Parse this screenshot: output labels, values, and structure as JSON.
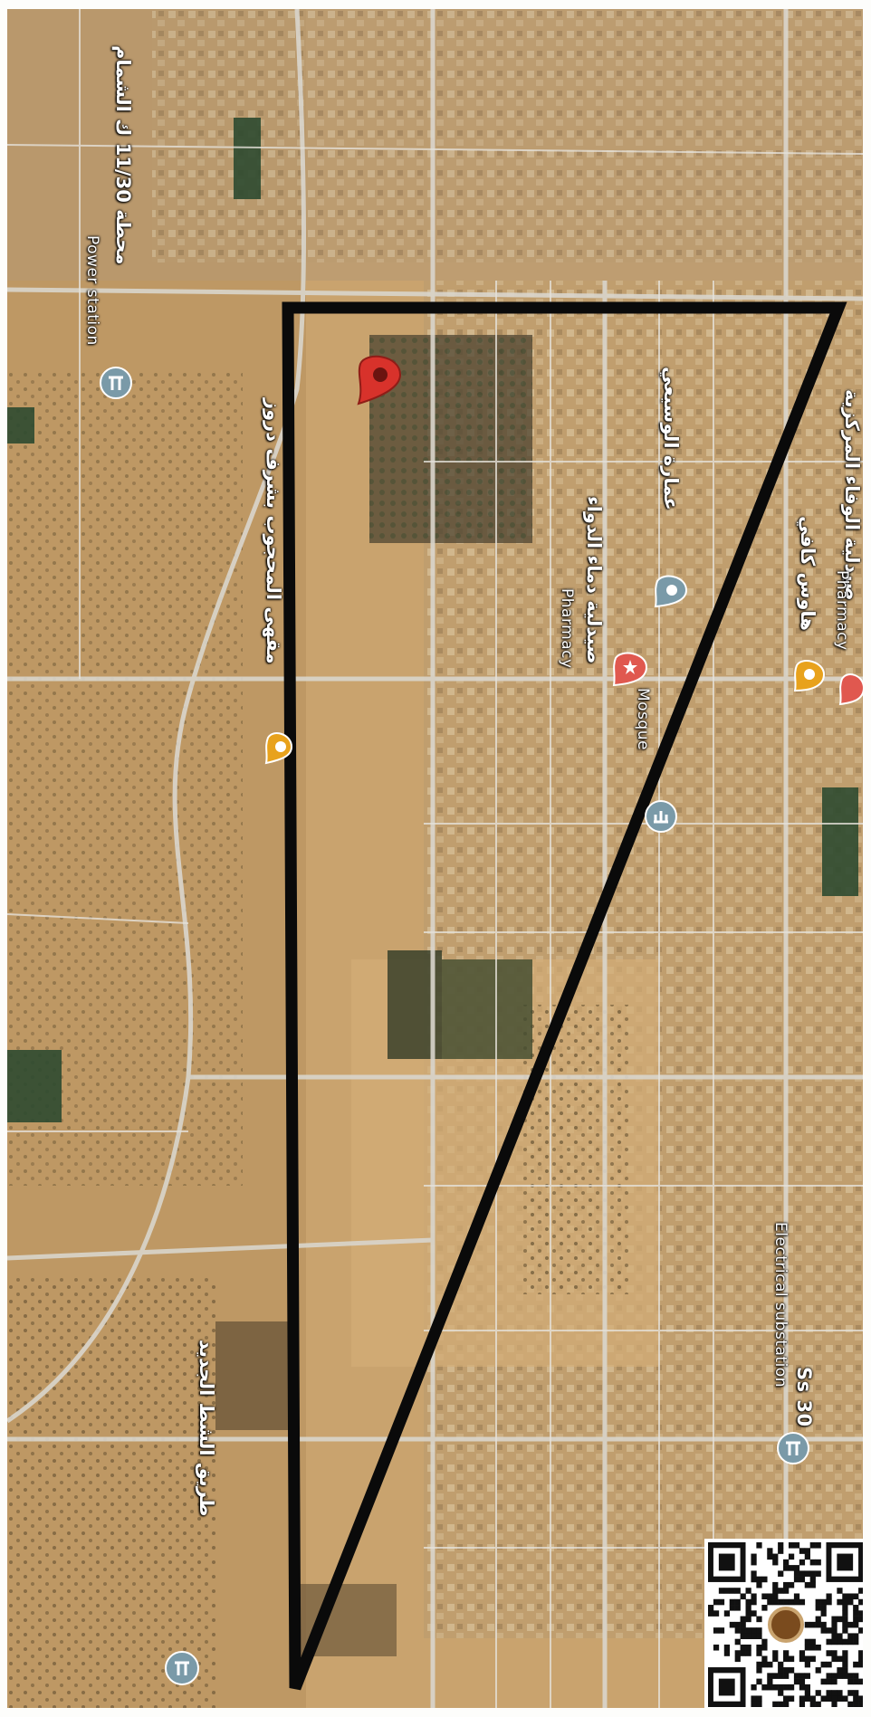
{
  "map": {
    "type": "satellite",
    "rotation": "rotated 90° clockwise",
    "labels": {
      "power_station_ar": "محطة 11/30 ك الشمام",
      "power_station_en": "Power station",
      "cafe_left_ar": "مقهى المحجوب بشرف دروز",
      "masjid_ar": "عمارة الوسيعي",
      "pharmacy_center_ar": "صيدلية دماء الدواء",
      "pharmacy_center_en": "Pharmacy",
      "mosque_en": "Mosque",
      "cafe_right_ar": "هاوس كافي",
      "pharmacy_top_ar": "صيدلية الوفاء المركزية",
      "pharmacy_top_en": "Pharmacy",
      "substation_code": "Ss 30",
      "substation_en": "Electrical substation",
      "bottom_left_ar": "طريق الشط الجديد"
    },
    "colors": {
      "terrain": "#c9a36e",
      "boundary": "#0a0a0a",
      "selected_pin": "#d8322b",
      "poi_grey": "#7a9aa8",
      "poi_pharmacy": "#e0584f",
      "poi_food": "#e8a21c"
    },
    "icons": [
      "map-pin-icon",
      "power-station-icon",
      "mosque-icon",
      "pharmacy-icon",
      "cafe-icon",
      "substation-icon",
      "qr-code-icon"
    ]
  }
}
